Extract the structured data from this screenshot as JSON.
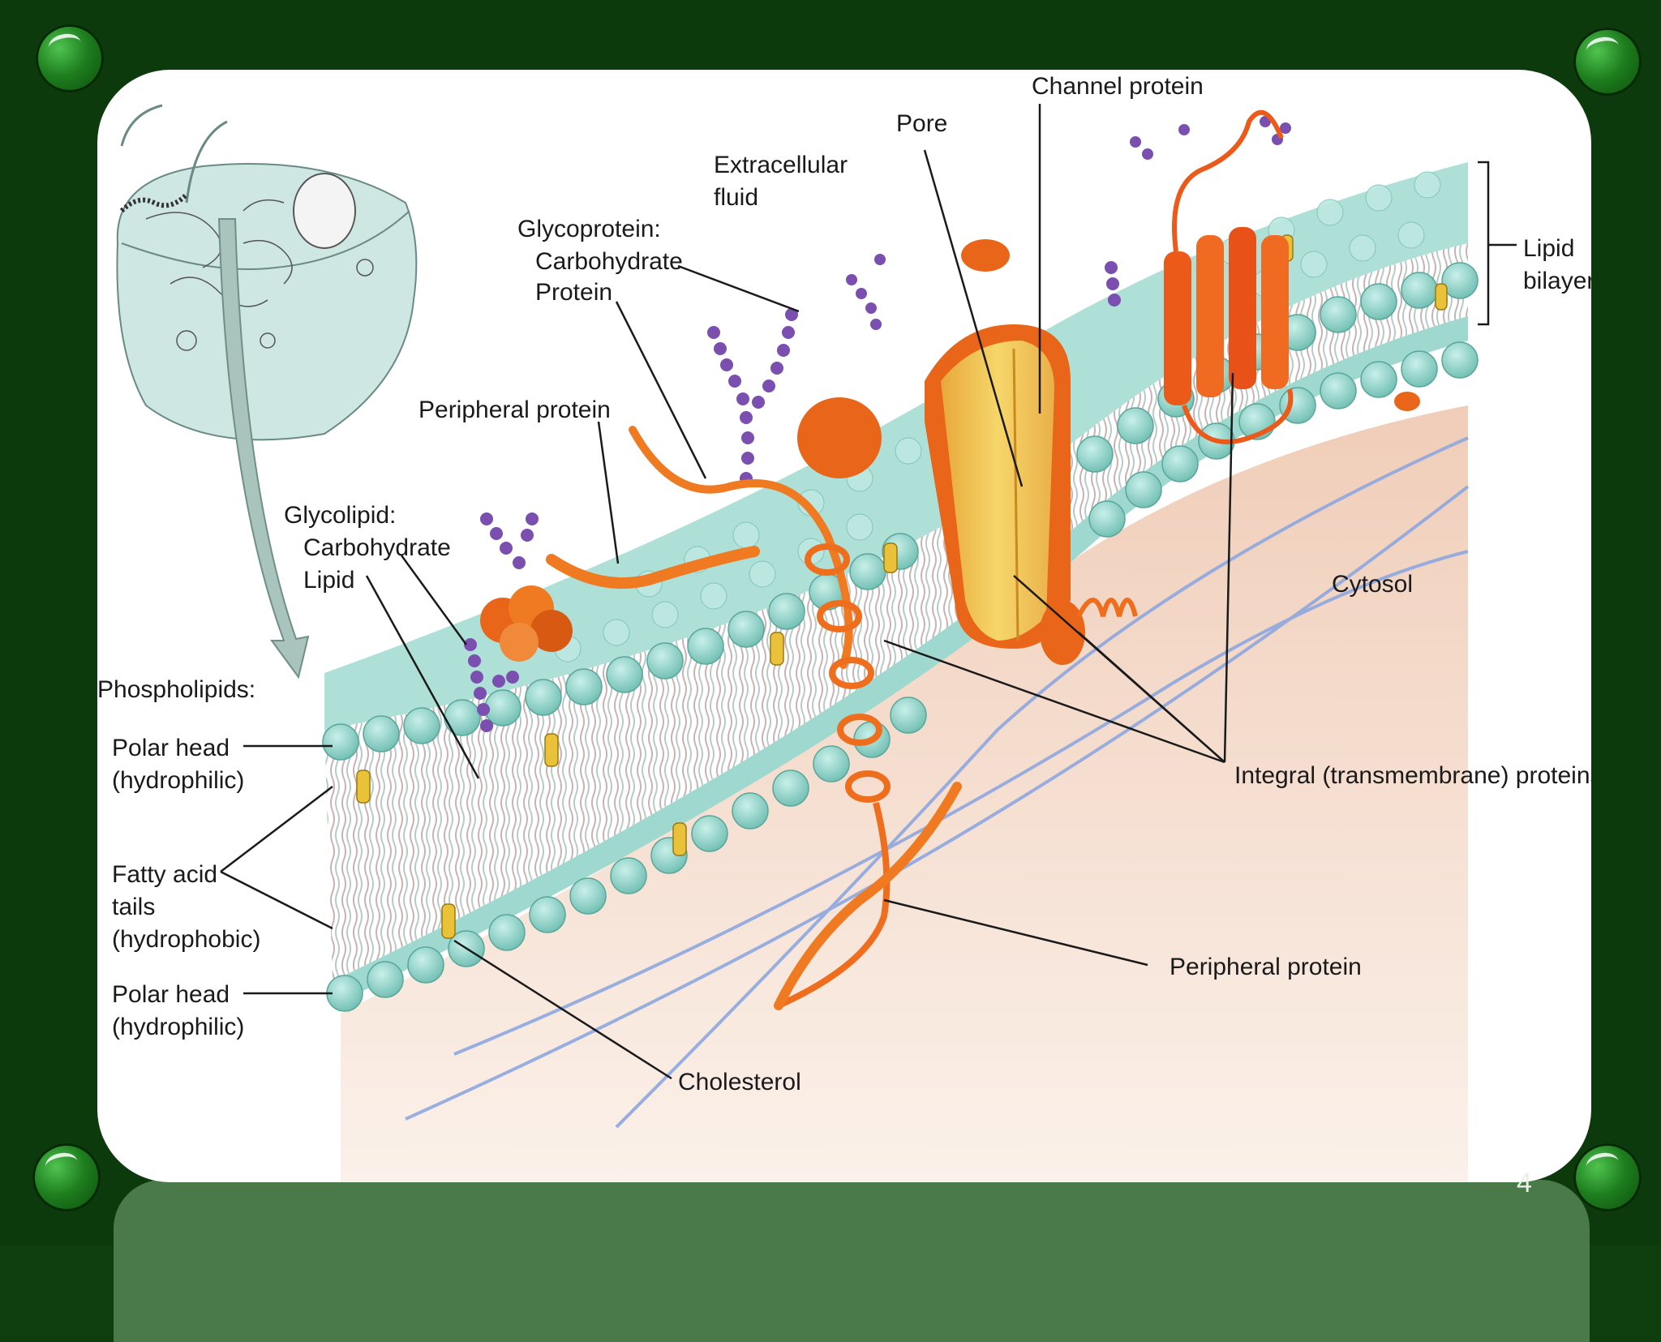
{
  "labels": {
    "channel_protein": "Channel protein",
    "pore": "Pore",
    "extracellular_line1": "Extracellular",
    "extracellular_line2": "fluid",
    "glycoprotein_title": "Glycoprotein:",
    "glycoprotein_carb": "Carbohydrate",
    "glycoprotein_protein": "Protein",
    "peripheral_top": "Peripheral protein",
    "glycolipid_title": "Glycolipid:",
    "glycolipid_carb": "Carbohydrate",
    "glycolipid_lipid": "Lipid",
    "lipid_bilayer_line1": "Lipid",
    "lipid_bilayer_line2": "bilayer",
    "cytosol": "Cytosol",
    "phospholipids": "Phospholipids:",
    "polar_head_top_line1": "Polar head",
    "polar_head_top_line2": "(hydrophilic)",
    "fatty_line1": "Fatty acid",
    "fatty_line2": "tails",
    "fatty_line3": "(hydrophobic)",
    "polar_head_bottom_line1": "Polar head",
    "polar_head_bottom_line2": "(hydrophilic)",
    "integral": "Integral (transmembrane) proteins",
    "peripheral_bottom": "Peripheral protein",
    "cholesterol": "Cholesterol"
  },
  "slide": {
    "page_number": "4"
  },
  "colors": {
    "slide_background": "#0c3a0c",
    "panel": "#ffffff",
    "head": "#8fd3c8",
    "protein": "#f07a22",
    "channel": "#f2c552",
    "carbohydrate": "#7a4fb0",
    "cytosol": "#f1d8c8"
  }
}
